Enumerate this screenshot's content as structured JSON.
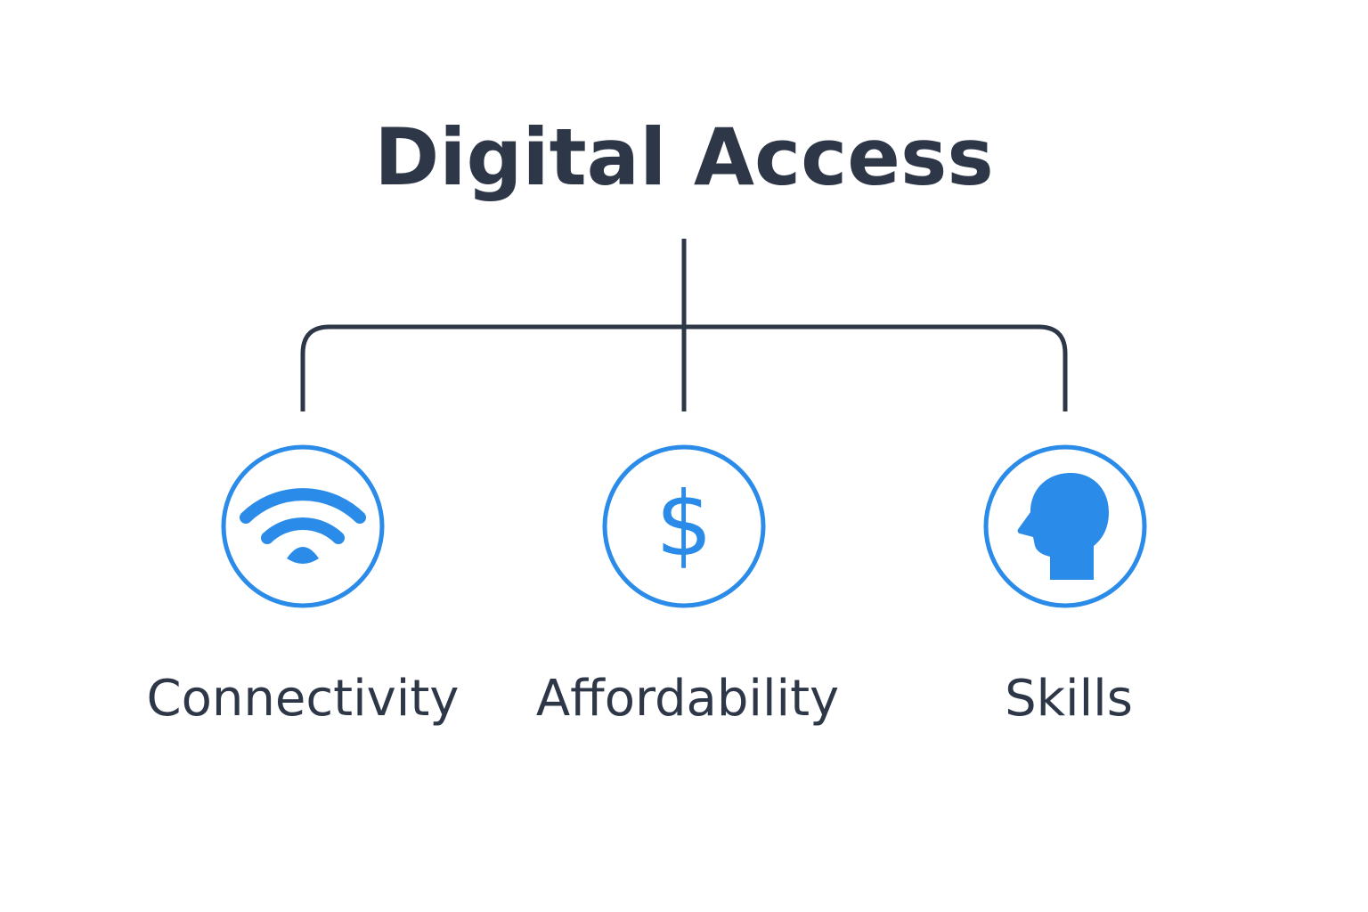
{
  "diagram": {
    "title": "Digital Access",
    "colors": {
      "text": "#2e3748",
      "line": "#2e3748",
      "accent": "#2b8be8"
    },
    "nodes": [
      {
        "label": "Connectivity",
        "icon": "wifi-icon"
      },
      {
        "label": "Affordability",
        "icon": "dollar-icon"
      },
      {
        "label": "Skills",
        "icon": "head-icon"
      }
    ]
  }
}
